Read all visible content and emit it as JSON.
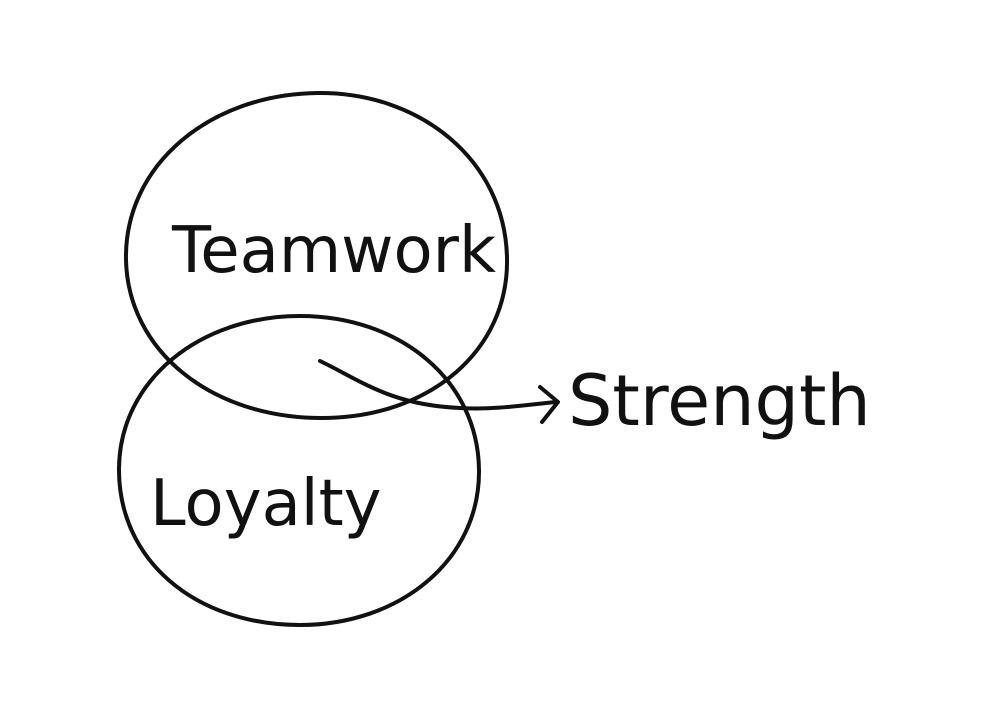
{
  "diagram": {
    "type": "venn",
    "sets": [
      {
        "label": "Teamwork"
      },
      {
        "label": "Loyalty"
      }
    ],
    "intersection": {
      "label": "Strength"
    }
  },
  "colors": {
    "ink": "#111111",
    "paper": "#ffffff"
  }
}
